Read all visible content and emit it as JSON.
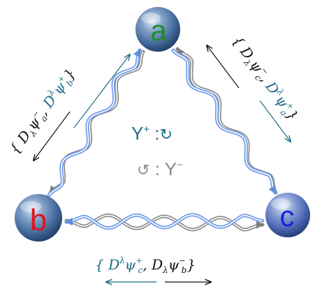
{
  "nodes": [
    {
      "id": "a",
      "letter": "a",
      "letter_color": "#1f8a2a"
    },
    {
      "id": "b",
      "letter": "b",
      "letter_color": "#e0141e"
    },
    {
      "id": "c",
      "letter": "c",
      "letter_color": "#1c22d6"
    }
  ],
  "center": {
    "line1": {
      "symbol": "Y",
      "sup": "+",
      "sep": " :",
      "icon": "↻",
      "color": "#1b6b86"
    },
    "line2": {
      "icon": "↺",
      "sep": " : ",
      "symbol": "Y",
      "sup": "−",
      "color": "#8a8a8a"
    }
  },
  "labels": {
    "left_edge": {
      "open": "{ ",
      "t1": "D",
      "t1_sub": "λ",
      "t2": "ψ",
      "t2_sup": "−",
      "t2_sub": "a",
      "sep": ",  ",
      "t3": "D",
      "t3_sup": "λ",
      "t4": "ψ",
      "t4_sup": "+",
      "t4_sub": "b",
      "close": "}"
    },
    "right_edge": {
      "open": "{ ",
      "t1": "D",
      "t1_sub": "λ",
      "t2": "ψ",
      "t2_sup": "−",
      "t2_sub": "c",
      "sep": ",  ",
      "t3": "D",
      "t3_sup": "λ",
      "t4": "ψ",
      "t4_sup": "+",
      "t4_sub": "a",
      "close": "}"
    },
    "bottom_edge": {
      "open": "{ ",
      "t1": "D",
      "t1_sup": "λ",
      "t2": "ψ",
      "t2_sup": "+",
      "t2_sub": "c",
      "sep": ",  ",
      "t3": "D",
      "t3_sub": "λ",
      "t4": "ψ",
      "t4_sup": "−",
      "t4_sub": "b",
      "close": "}"
    }
  },
  "colors": {
    "blue_line": "#6e9be8",
    "grey_line": "#8c8c8c",
    "teal_text": "#1b6b86",
    "black_text": "#111111"
  }
}
